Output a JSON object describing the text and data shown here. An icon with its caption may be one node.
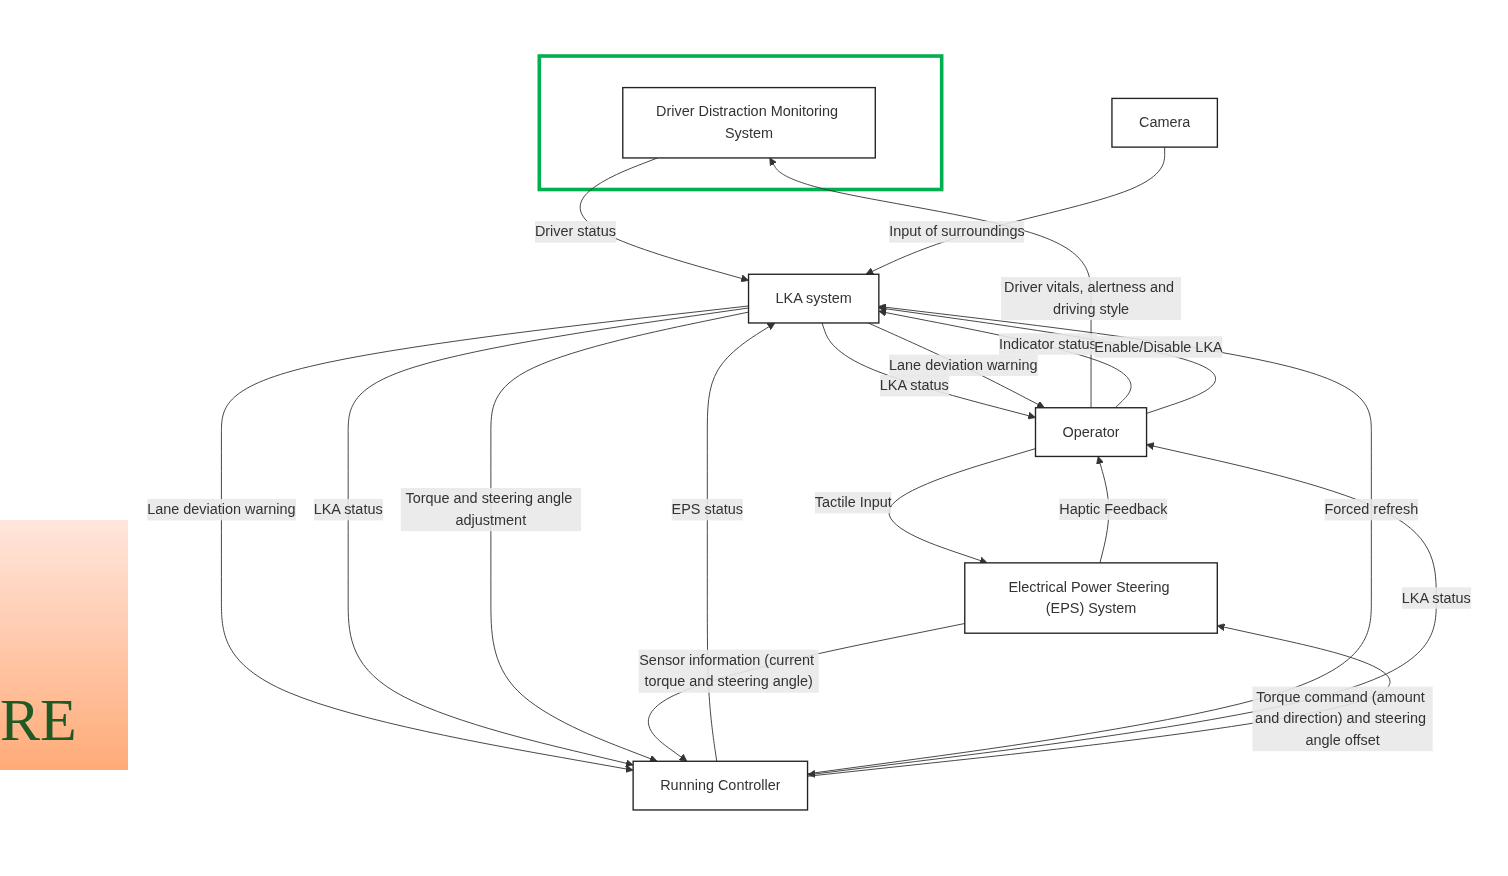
{
  "diagram": {
    "nodes": [
      {
        "text": [],
        "shape": "box"
      },
      {
        "text": [
          "Driver Distraction Monitoring System"
        ],
        "in": 0
      },
      {
        "text": [
          "Operator"
        ]
      },
      {
        "text": [
          "LKA system"
        ]
      },
      {
        "text": [
          "Camera"
        ]
      },
      {
        "text": [
          "Running Controller"
        ]
      },
      {
        "text": [
          "Electrical Power Steering (EPS) System"
        ]
      }
    ],
    "edges": [
      {
        "from": 2,
        "to": 1,
        "arrow": "to",
        "label": "Driver vitals, alertness and driving style"
      },
      {
        "from": 1,
        "to": 3,
        "arrow": "to",
        "label": "Driver status"
      },
      {
        "from": 4,
        "to": 3,
        "arrow": "to",
        "label": "Input of surroundings"
      },
      {
        "from": 3,
        "to": 2,
        "arrow": "to",
        "label": "LKA status"
      },
      {
        "from": 3,
        "to": 2,
        "arrow": "to",
        "label": "Lane deviation warning"
      },
      {
        "from": 2,
        "to": 3,
        "arrow": "to",
        "label": "Indicator status"
      },
      {
        "from": 2,
        "to": 3,
        "arrow": "to",
        "label": "Enable/Disable LKA"
      },
      {
        "from": 5,
        "to": 3,
        "arrow": "to",
        "label": "EPS status"
      },
      {
        "from": 5,
        "to": 3,
        "arrow": "to",
        "label": "Forced refresh"
      },
      {
        "from": 3,
        "to": 5,
        "arrow": "to",
        "label": "Lane deviation warning"
      },
      {
        "from": 3,
        "to": 5,
        "arrow": "to",
        "label": "LKA status"
      },
      {
        "from": 3,
        "to": 5,
        "arrow": "to",
        "label": "Torque and steering angle adjustment"
      },
      {
        "from": 5,
        "to": 2,
        "arrow": "both",
        "label": "LKA status"
      },
      {
        "from": 2,
        "to": 6,
        "arrow": "to",
        "label": "Tactile Input"
      },
      {
        "from": 6,
        "to": 2,
        "arrow": "to",
        "label": "Haptic Feedback"
      },
      {
        "from": 5,
        "to": 6,
        "arrow": "to",
        "label": "Torque command (amount and direction) and steering angle offset"
      },
      {
        "from": 6,
        "to": 5,
        "arrow": "to",
        "label": "Sensor information (current torque and steering angle)"
      }
    ],
    "labels": [
      "RE"
    ]
  }
}
